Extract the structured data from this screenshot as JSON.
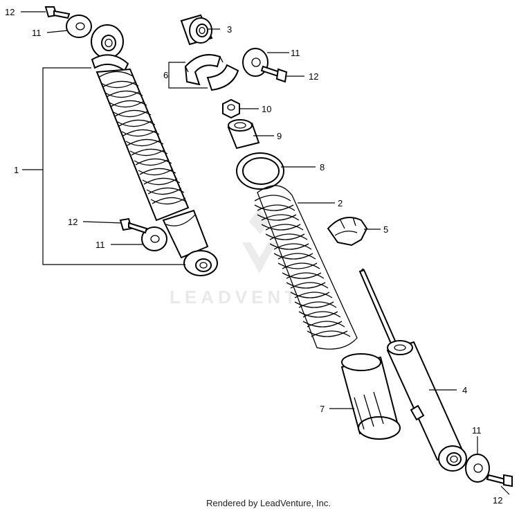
{
  "callouts": {
    "c1": "1",
    "c2": "2",
    "c3": "3",
    "c4": "4",
    "c5": "5",
    "c6": "6",
    "c7": "7",
    "c8": "8",
    "c9": "9",
    "c10": "10",
    "c11a": "11",
    "c11b": "11",
    "c11c": "11",
    "c11d": "11",
    "c12a": "12",
    "c12b": "12",
    "c12c": "12",
    "c12d": "12"
  },
  "watermark": "LEADVENT",
  "credit": "Rendered by LeadVenture, Inc.",
  "colors": {
    "ink": "#000000",
    "watermark": "#e9e9e9",
    "background": "#ffffff"
  }
}
